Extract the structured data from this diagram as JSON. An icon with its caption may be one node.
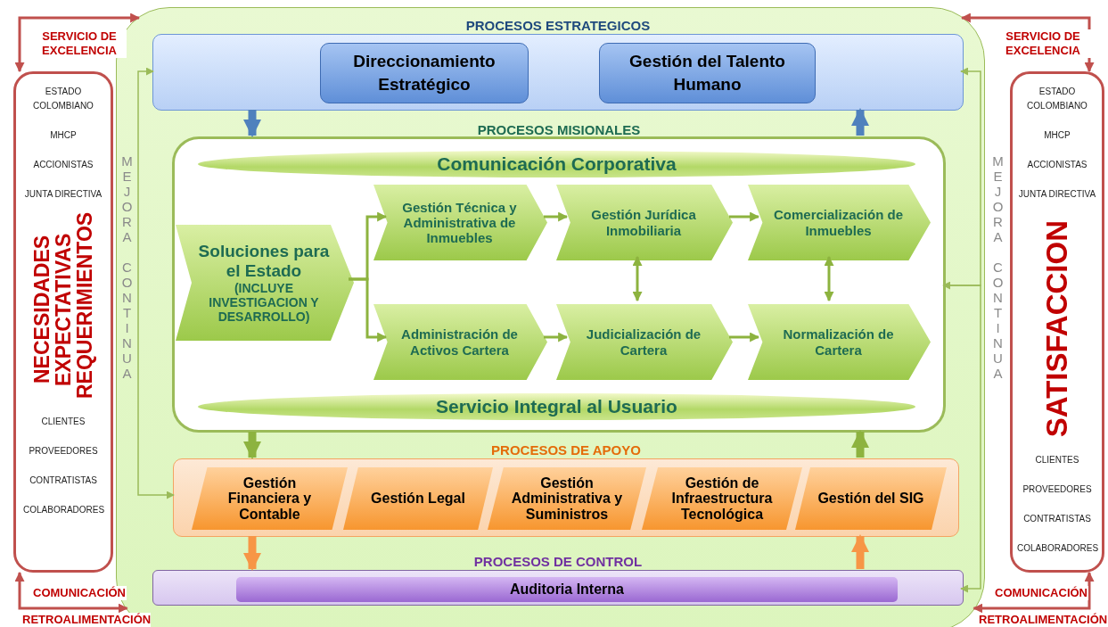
{
  "diagram": {
    "nodes": [
      {
        "text": [
          "ESTADO COLOMBIANO",
          "MHCP",
          "ACCIONISTAS",
          "JUNTA DIRECTIVA",
          "NECESIDADES EXPECTATIVAS REQUERIMIENTOS",
          "CLIENTES",
          "PROVEEDORES",
          "CONTRATISTAS",
          "COLABORADORES"
        ]
      },
      {
        "text": [],
        "shape": "box"
      },
      {
        "text": [
          "PROCESOS ESTRATEGICOS"
        ],
        "in": 1
      },
      {
        "text": [
          "Direccionamiento Estratégico"
        ],
        "in": 2
      },
      {
        "text": [
          "Gestión del Talento Humano"
        ],
        "in": 2
      },
      {
        "text": [
          "PROCESOS MISIONALES"
        ],
        "in": 1
      },
      {
        "text": [
          "Comunicación Corporativa"
        ],
        "in": 5
      },
      {
        "text": [
          "Soluciones para el Estado",
          "(INCLUYE INVESTIGACION Y DESARROLLO)"
        ],
        "in": 5
      },
      {
        "text": [
          "Gestión Técnica y Administrativa de Inmuebles"
        ],
        "in": 5
      },
      {
        "text": [
          "Gestión Jurídica Inmobiliaria"
        ],
        "in": 5
      },
      {
        "text": [
          "Comercialización de Inmuebles"
        ],
        "in": 5
      },
      {
        "text": [
          "Administración de Activos Cartera"
        ],
        "in": 5
      },
      {
        "text": [
          "Judicialización de Cartera"
        ],
        "in": 5
      },
      {
        "text": [
          "Normalización de Cartera"
        ],
        "in": 5
      },
      {
        "text": [
          "Servicio Integral al Usuario"
        ],
        "in": 5
      },
      {
        "text": [
          "PROCESOS DE APOYO"
        ],
        "in": 1
      },
      {
        "text": [
          "Gestión Financiera y Contable"
        ],
        "in": 15
      },
      {
        "text": [
          "Gestión Legal"
        ],
        "in": 15
      },
      {
        "text": [
          "Gestión Administrativa y Suministros"
        ],
        "in": 15
      },
      {
        "text": [
          "Gestión de Infraestructura Tecnológica"
        ],
        "in": 15
      },
      {
        "text": [
          "Gestión del SIG"
        ],
        "in": 15
      },
      {
        "text": [
          "PROCESOS DE CONTROL"
        ],
        "in": 1
      },
      {
        "text": [
          "Auditoria Interna"
        ],
        "in": 21
      },
      {
        "text": [
          "ESTADO COLOMBIANO",
          "MHCP",
          "ACCIONISTAS",
          "JUNTA DIRECTIVA",
          "SATISFACCION",
          "CLIENTES",
          "PROVEEDORES",
          "CONTRATISTAS",
          "COLABORADORES"
        ]
      }
    ],
    "edges": [
      {
        "from": 0,
        "to": 1,
        "arrow": "both",
        "label": "SERVICIO DE EXCELENCIA",
        "color": "#c0504d"
      },
      {
        "from": 0,
        "to": 1,
        "arrow": "both",
        "label": "COMUNICACIÓN",
        "color": "#c0504d"
      },
      {
        "from": 1,
        "to": 23,
        "arrow": "both",
        "label": "SERVICIO DE EXCELENCIA",
        "color": "#c0504d"
      },
      {
        "from": 1,
        "to": 23,
        "arrow": "both",
        "label": "COMUNICACIÓN",
        "color": "#c0504d"
      },
      {
        "from": 2,
        "to": 5,
        "arrow": "to",
        "color": "#4f81bd",
        "style": "thick"
      },
      {
        "from": 5,
        "to": 2,
        "arrow": "to",
        "color": "#4f81bd",
        "style": "thick"
      },
      {
        "from": 5,
        "to": 15,
        "arrow": "to",
        "style": "thick"
      },
      {
        "from": 15,
        "to": 5,
        "arrow": "to",
        "style": "thick"
      },
      {
        "from": 15,
        "to": 21,
        "arrow": "to",
        "color": "#f79646",
        "style": "thick"
      },
      {
        "from": 21,
        "to": 15,
        "arrow": "to",
        "color": "#f79646",
        "style": "thick"
      },
      {
        "from": 2,
        "to": 15,
        "arrow": "both",
        "color": "#9bbb59"
      },
      {
        "from": 2,
        "to": 5,
        "arrow": "both",
        "color": "#9bbb59"
      },
      {
        "from": 5,
        "to": 21,
        "arrow": "to",
        "color": "#9bbb59"
      },
      {
        "from": 7,
        "to": 8,
        "arrow": "to"
      },
      {
        "from": 7,
        "to": 11,
        "arrow": "to"
      },
      {
        "from": 8,
        "to": 9,
        "arrow": "to"
      },
      {
        "from": 9,
        "to": 10,
        "arrow": "to"
      },
      {
        "from": 11,
        "to": 12,
        "arrow": "to"
      },
      {
        "from": 12,
        "to": 13,
        "arrow": "to"
      },
      {
        "from": 9,
        "to": 12,
        "arrow": "both"
      },
      {
        "from": 10,
        "to": 13,
        "arrow": "both"
      }
    ],
    "labels": [
      "MEJORA CONTINUA",
      "MEJORA CONTINUA",
      "RETROALIMENTACIÓN",
      "RETROALIMENTACIÓN"
    ]
  }
}
